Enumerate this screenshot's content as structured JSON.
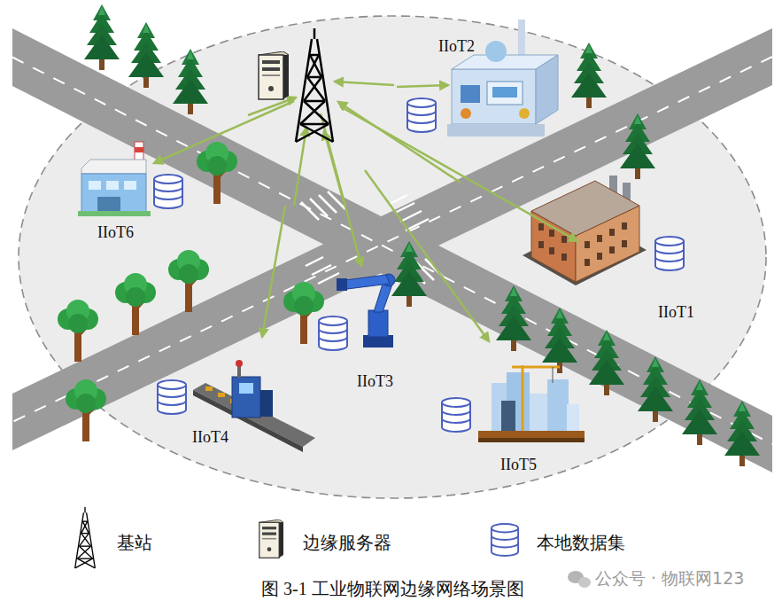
{
  "diagram": {
    "caption": "图 3-1 工业物联网边缘网络场景图",
    "nodes": [
      {
        "text": [
          "IIoT2"
        ]
      },
      {
        "text": [
          "IIoT6"
        ]
      },
      {
        "text": [
          "IIoT1"
        ]
      },
      {
        "text": [
          "IIoT3"
        ]
      },
      {
        "text": [
          "IIoT4"
        ]
      },
      {
        "text": [
          "IIoT5"
        ]
      }
    ],
    "labels": [
      "公众号 · 物联网123"
    ],
    "legend": [
      {
        "text": "基站"
      },
      {
        "text": "边缘服务器"
      },
      {
        "text": "本地数据集"
      }
    ]
  }
}
